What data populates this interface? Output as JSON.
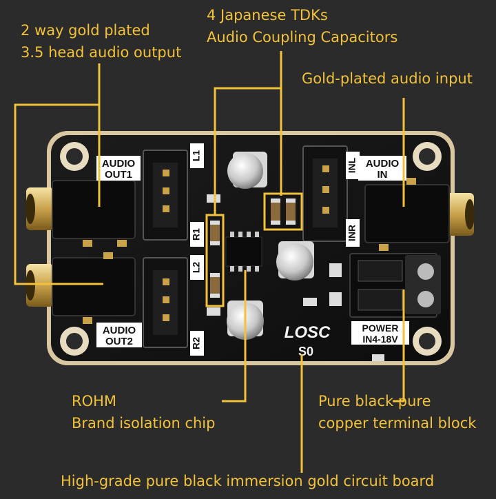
{
  "annotations": {
    "output": [
      "2 way gold plated",
      "3.5 head audio output"
    ],
    "capacitors": [
      "4 Japanese TDKs",
      "Audio Coupling Capacitors"
    ],
    "input": "Gold-plated audio input",
    "chip": [
      "ROHM",
      "Brand isolation chip"
    ],
    "terminal": [
      "Pure black pure",
      "copper terminal block"
    ],
    "board": "High-grade pure black immersion gold circuit board"
  },
  "board_labels": {
    "audio_out1": [
      "AUDIO",
      "OUT1"
    ],
    "audio_out2": [
      "AUDIO",
      "OUT2"
    ],
    "audio_in": [
      "AUDIO",
      "IN"
    ],
    "power": [
      "POWER",
      "IN4-18V"
    ],
    "l1": "L1",
    "r1": "R1",
    "l2": "L2",
    "r2": "R2",
    "inl": "INL",
    "inr": "INR",
    "logo": "LOSC",
    "model": "S0"
  },
  "colors": {
    "background": "#2b2b2b",
    "annotation": "#f2c23a",
    "board": "#141414",
    "board_edge": "#d9c7a2",
    "gold": "#c9a24a"
  }
}
